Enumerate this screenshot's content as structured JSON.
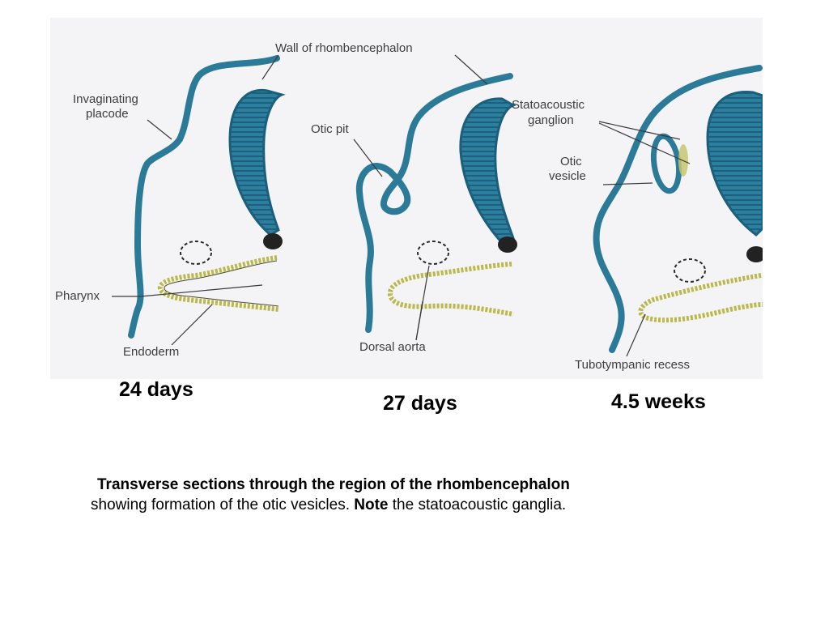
{
  "figure": {
    "colors": {
      "background": "#f4f4f6",
      "neural_wall": "#2b7a98",
      "neural_wall_fill": "#1f6f8f",
      "endoderm": "#b9b84a",
      "aorta": "#222222",
      "ganglion": "#c8c56e"
    },
    "labels": {
      "wall_of_rhombencephalon": "Wall of rhombencephalon",
      "invaginating_placode": "Invaginating\nplacode",
      "pharynx": "Pharynx",
      "endoderm": "Endoderm",
      "otic_pit": "Otic pit",
      "dorsal_aorta": "Dorsal aorta",
      "statoacoustic_ganglion": "Statoacoustic\nganglion",
      "otic_vesicle": "Otic\nvesicle",
      "tubotympanic_recess": "Tubotympanic recess"
    }
  },
  "stages": [
    {
      "age": "24 days"
    },
    {
      "age": "27 days"
    },
    {
      "age": "4.5 weeks"
    }
  ],
  "caption": {
    "line1": "Transverse sections through the region of the rhombencephalon",
    "line2_pre": "showing formation of the otic vesicles. ",
    "line2_bold": "Note",
    "line2_post": " the statoacoustic ganglia."
  }
}
